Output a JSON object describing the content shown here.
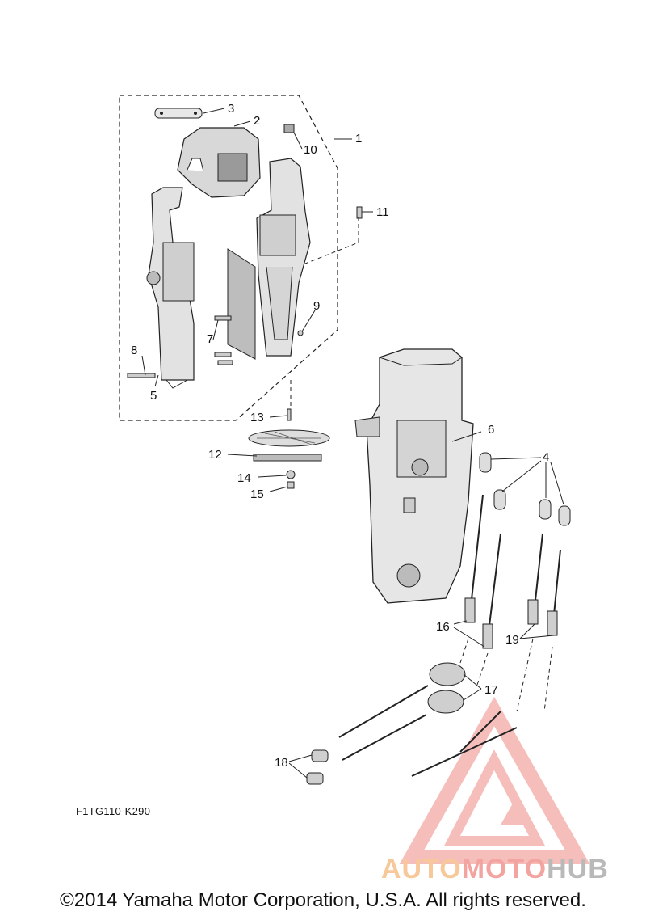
{
  "callouts": [
    {
      "id": "1",
      "text": "1"
    },
    {
      "id": "2",
      "text": "2"
    },
    {
      "id": "3",
      "text": "3"
    },
    {
      "id": "4",
      "text": "4"
    },
    {
      "id": "5",
      "text": "5"
    },
    {
      "id": "6",
      "text": "6"
    },
    {
      "id": "7",
      "text": "7"
    },
    {
      "id": "8",
      "text": "8"
    },
    {
      "id": "9",
      "text": "9"
    },
    {
      "id": "10",
      "text": "10"
    },
    {
      "id": "11",
      "text": "11"
    },
    {
      "id": "12",
      "text": "12"
    },
    {
      "id": "13",
      "text": "13"
    },
    {
      "id": "14",
      "text": "14"
    },
    {
      "id": "15",
      "text": "15"
    },
    {
      "id": "16",
      "text": "16"
    },
    {
      "id": "17",
      "text": "17"
    },
    {
      "id": "18",
      "text": "18"
    },
    {
      "id": "19",
      "text": "19"
    }
  ],
  "reference_code": "F1TG110-K290",
  "copyright": "©2014 Yamaha Motor Corporation, U.S.A. All rights reserved.",
  "watermark": {
    "part1": "AUTO",
    "part2": "MOTO",
    "part3": "HUB",
    "colors": {
      "auto": "#f6c89a",
      "moto": "#f3a4a0",
      "hub": "#b9b9b9",
      "triangle": "#f08a84"
    }
  }
}
